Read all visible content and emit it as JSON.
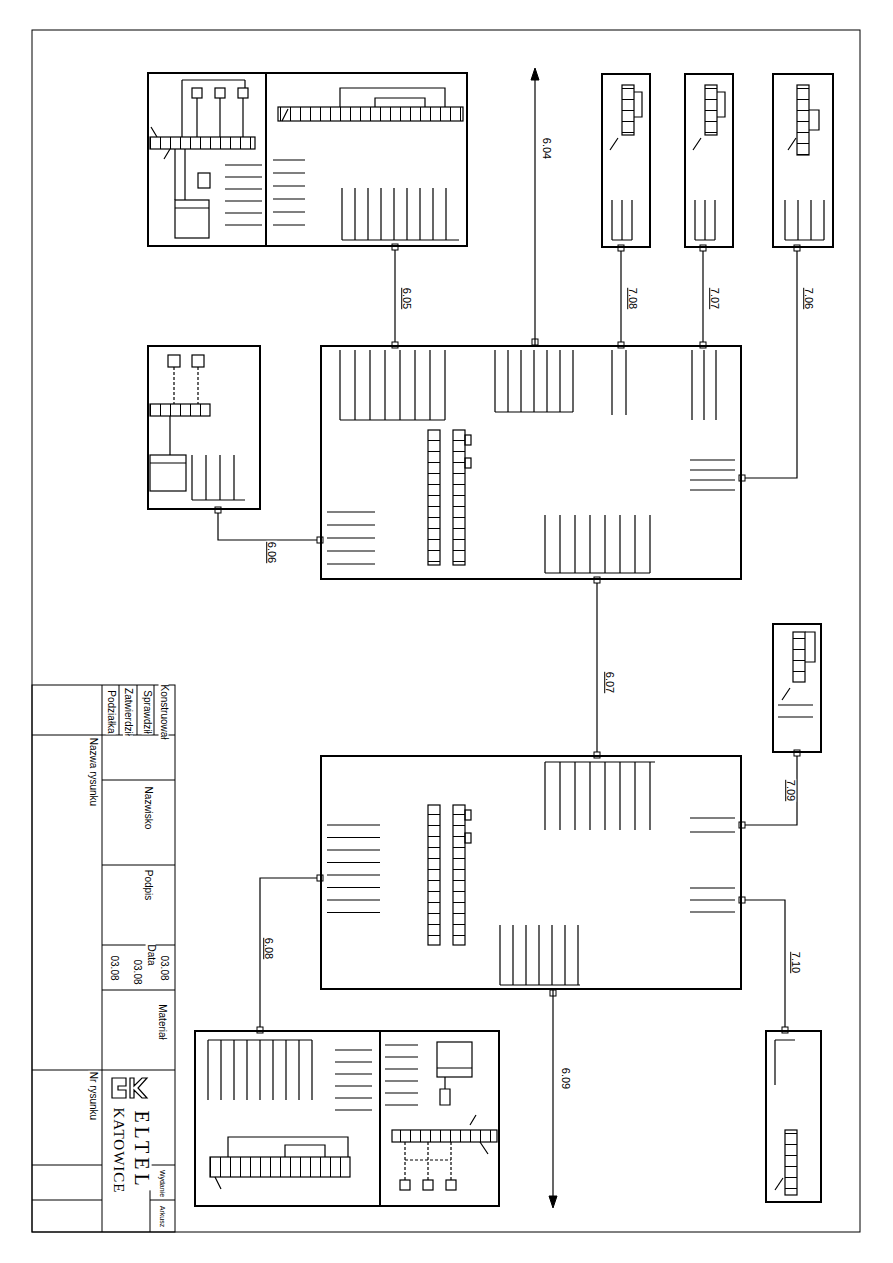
{
  "diagram": {
    "nodes": [
      {
        "text": []
      },
      {
        "text": [],
        "in": 0
      },
      {
        "text": [],
        "in": 0
      },
      {
        "text": []
      },
      {
        "text": []
      },
      {
        "text": []
      },
      {
        "text": []
      },
      {
        "text": []
      },
      {
        "text": []
      },
      {
        "text": []
      },
      {
        "text": []
      },
      {
        "text": []
      },
      {
        "text": [],
        "in": 11
      },
      {
        "text": [],
        "in": 11
      }
    ],
    "edges": [
      {
        "from": 2,
        "to": 4,
        "label": "6.05",
        "arrow": "none"
      },
      {
        "from": 3,
        "to": 4,
        "label": "6.06",
        "arrow": "none"
      },
      {
        "from": 5,
        "to": 4,
        "label": "7.08",
        "arrow": "none"
      },
      {
        "from": 6,
        "to": 4,
        "label": "7.07",
        "arrow": "none"
      },
      {
        "from": 7,
        "to": 4,
        "label": "7.06",
        "arrow": "none"
      },
      {
        "from": 4,
        "to": 8,
        "label": "6.07",
        "arrow": "none"
      },
      {
        "from": 8,
        "to": 9,
        "label": "7.09",
        "arrow": "none"
      },
      {
        "from": 8,
        "to": 10,
        "label": "7.10",
        "arrow": "none"
      },
      {
        "from": 8,
        "to": 12,
        "label": "6.08",
        "arrow": "none"
      }
    ],
    "labels": [
      "6.04",
      "6.09",
      "Konstruował",
      "Sprawdził",
      "Zatwierdził",
      "Podziałka",
      "Nazwa rysunku",
      "Nazwisko",
      "Podpis",
      "Data",
      "03.08",
      "03.08",
      "03.08",
      "Materiał",
      "Nr rysunku",
      "ELTEL",
      "KATOWICE",
      "Wydanie",
      "Arkusz"
    ]
  }
}
